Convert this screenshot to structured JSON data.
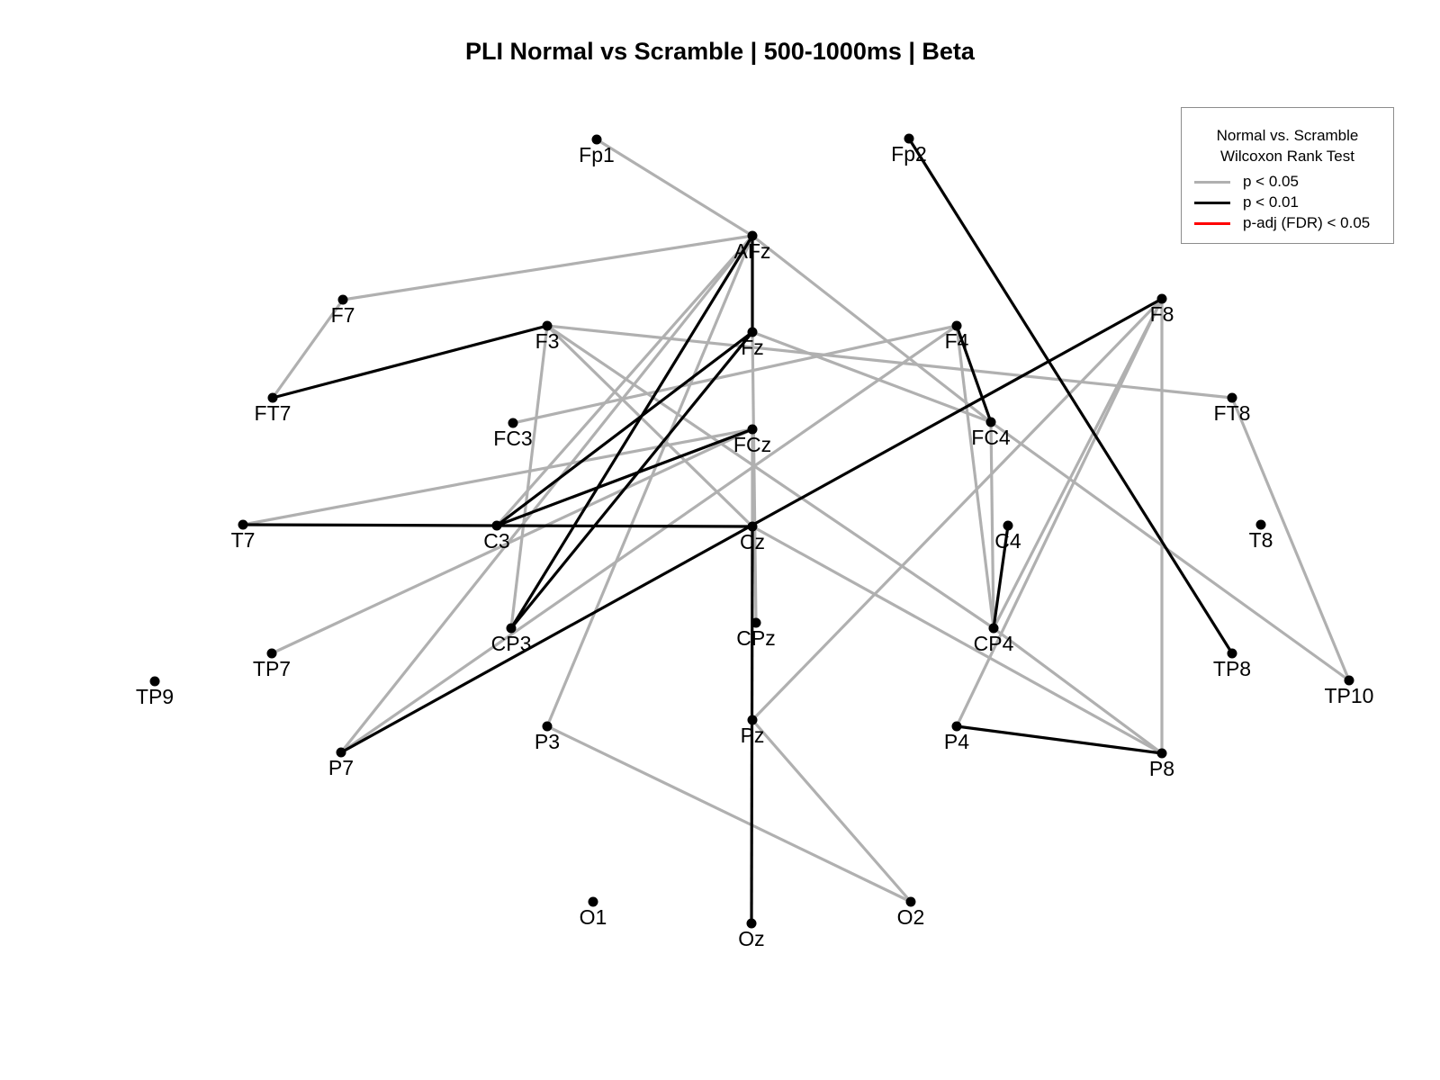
{
  "title": "PLI Normal vs Scramble | 500-1000ms |  Beta",
  "colors": {
    "gray": "#b0b0b0",
    "black": "#000000",
    "red": "#ff0000",
    "node": "#000000"
  },
  "legend": {
    "title_line1": "Normal vs. Scramble",
    "title_line2": "Wilcoxon Rank Test",
    "entries": [
      {
        "label": "p < 0.05",
        "color": "#b0b0b0"
      },
      {
        "label": "p < 0.01",
        "color": "#000000"
      },
      {
        "label": "p-adj (FDR) < 0.05",
        "color": "#ff0000"
      }
    ]
  },
  "nodes": [
    "Fp1",
    "Fp2",
    "AFz",
    "F7",
    "F3",
    "Fz",
    "F4",
    "F8",
    "FT7",
    "FC3",
    "FCz",
    "FC4",
    "FT8",
    "T7",
    "C3",
    "Cz",
    "C4",
    "T8",
    "TP9",
    "TP7",
    "CP3",
    "CPz",
    "CP4",
    "TP8",
    "TP10",
    "P7",
    "P3",
    "Pz",
    "P4",
    "P8",
    "O1",
    "Oz",
    "O2"
  ],
  "edges": [
    {
      "from": "Fp1",
      "to": "AFz",
      "sig": "p < 0.05"
    },
    {
      "from": "F7",
      "to": "AFz",
      "sig": "p < 0.05"
    },
    {
      "from": "F7",
      "to": "FT7",
      "sig": "p < 0.05"
    },
    {
      "from": "AFz",
      "to": "FC4",
      "sig": "p < 0.05"
    },
    {
      "from": "AFz",
      "to": "C3",
      "sig": "p < 0.05"
    },
    {
      "from": "AFz",
      "to": "P7",
      "sig": "p < 0.05"
    },
    {
      "from": "AFz",
      "to": "P3",
      "sig": "p < 0.05"
    },
    {
      "from": "F3",
      "to": "FT8",
      "sig": "p < 0.05"
    },
    {
      "from": "F3",
      "to": "Cz",
      "sig": "p < 0.05"
    },
    {
      "from": "F3",
      "to": "CP4",
      "sig": "p < 0.05"
    },
    {
      "from": "F3",
      "to": "CP3",
      "sig": "p < 0.05"
    },
    {
      "from": "Fz",
      "to": "FC4",
      "sig": "p < 0.05"
    },
    {
      "from": "Fz",
      "to": "CPz",
      "sig": "p < 0.05"
    },
    {
      "from": "F4",
      "to": "FC3",
      "sig": "p < 0.05"
    },
    {
      "from": "F4",
      "to": "CP4",
      "sig": "p < 0.05"
    },
    {
      "from": "F4",
      "to": "P7",
      "sig": "p < 0.05"
    },
    {
      "from": "F8",
      "to": "Pz",
      "sig": "p < 0.05"
    },
    {
      "from": "F8",
      "to": "CP4",
      "sig": "p < 0.05"
    },
    {
      "from": "F8",
      "to": "P8",
      "sig": "p < 0.05"
    },
    {
      "from": "F8",
      "to": "P4",
      "sig": "p < 0.05"
    },
    {
      "from": "FT8",
      "to": "TP10",
      "sig": "p < 0.05"
    },
    {
      "from": "FC4",
      "to": "TP10",
      "sig": "p < 0.05"
    },
    {
      "from": "FC4",
      "to": "CP4",
      "sig": "p < 0.05"
    },
    {
      "from": "FCz",
      "to": "T7",
      "sig": "p < 0.05"
    },
    {
      "from": "FCz",
      "to": "TP7",
      "sig": "p < 0.05"
    },
    {
      "from": "FCz",
      "to": "Cz",
      "sig": "p < 0.05"
    },
    {
      "from": "CP4",
      "to": "P8",
      "sig": "p < 0.05"
    },
    {
      "from": "Cz",
      "to": "P8",
      "sig": "p < 0.05"
    },
    {
      "from": "P3",
      "to": "O2",
      "sig": "p < 0.05"
    },
    {
      "from": "Pz",
      "to": "O2",
      "sig": "p < 0.05"
    },
    {
      "from": "AFz",
      "to": "Fz",
      "sig": "p < 0.01"
    },
    {
      "from": "AFz",
      "to": "CP3",
      "sig": "p < 0.01"
    },
    {
      "from": "Fz",
      "to": "C3",
      "sig": "p < 0.01"
    },
    {
      "from": "Fz",
      "to": "CP3",
      "sig": "p < 0.01"
    },
    {
      "from": "FCz",
      "to": "C3",
      "sig": "p < 0.01"
    },
    {
      "from": "FT7",
      "to": "F3",
      "sig": "p < 0.01"
    },
    {
      "from": "T7",
      "to": "Cz",
      "sig": "p < 0.01"
    },
    {
      "from": "Fp2",
      "to": "TP8",
      "sig": "p < 0.01"
    },
    {
      "from": "F8",
      "to": "P7",
      "sig": "p < 0.01"
    },
    {
      "from": "F4",
      "to": "FC4",
      "sig": "p < 0.01"
    },
    {
      "from": "C4",
      "to": "CP4",
      "sig": "p < 0.01"
    },
    {
      "from": "Cz",
      "to": "Oz",
      "sig": "p < 0.01"
    },
    {
      "from": "P4",
      "to": "P8",
      "sig": "p < 0.01"
    }
  ]
}
